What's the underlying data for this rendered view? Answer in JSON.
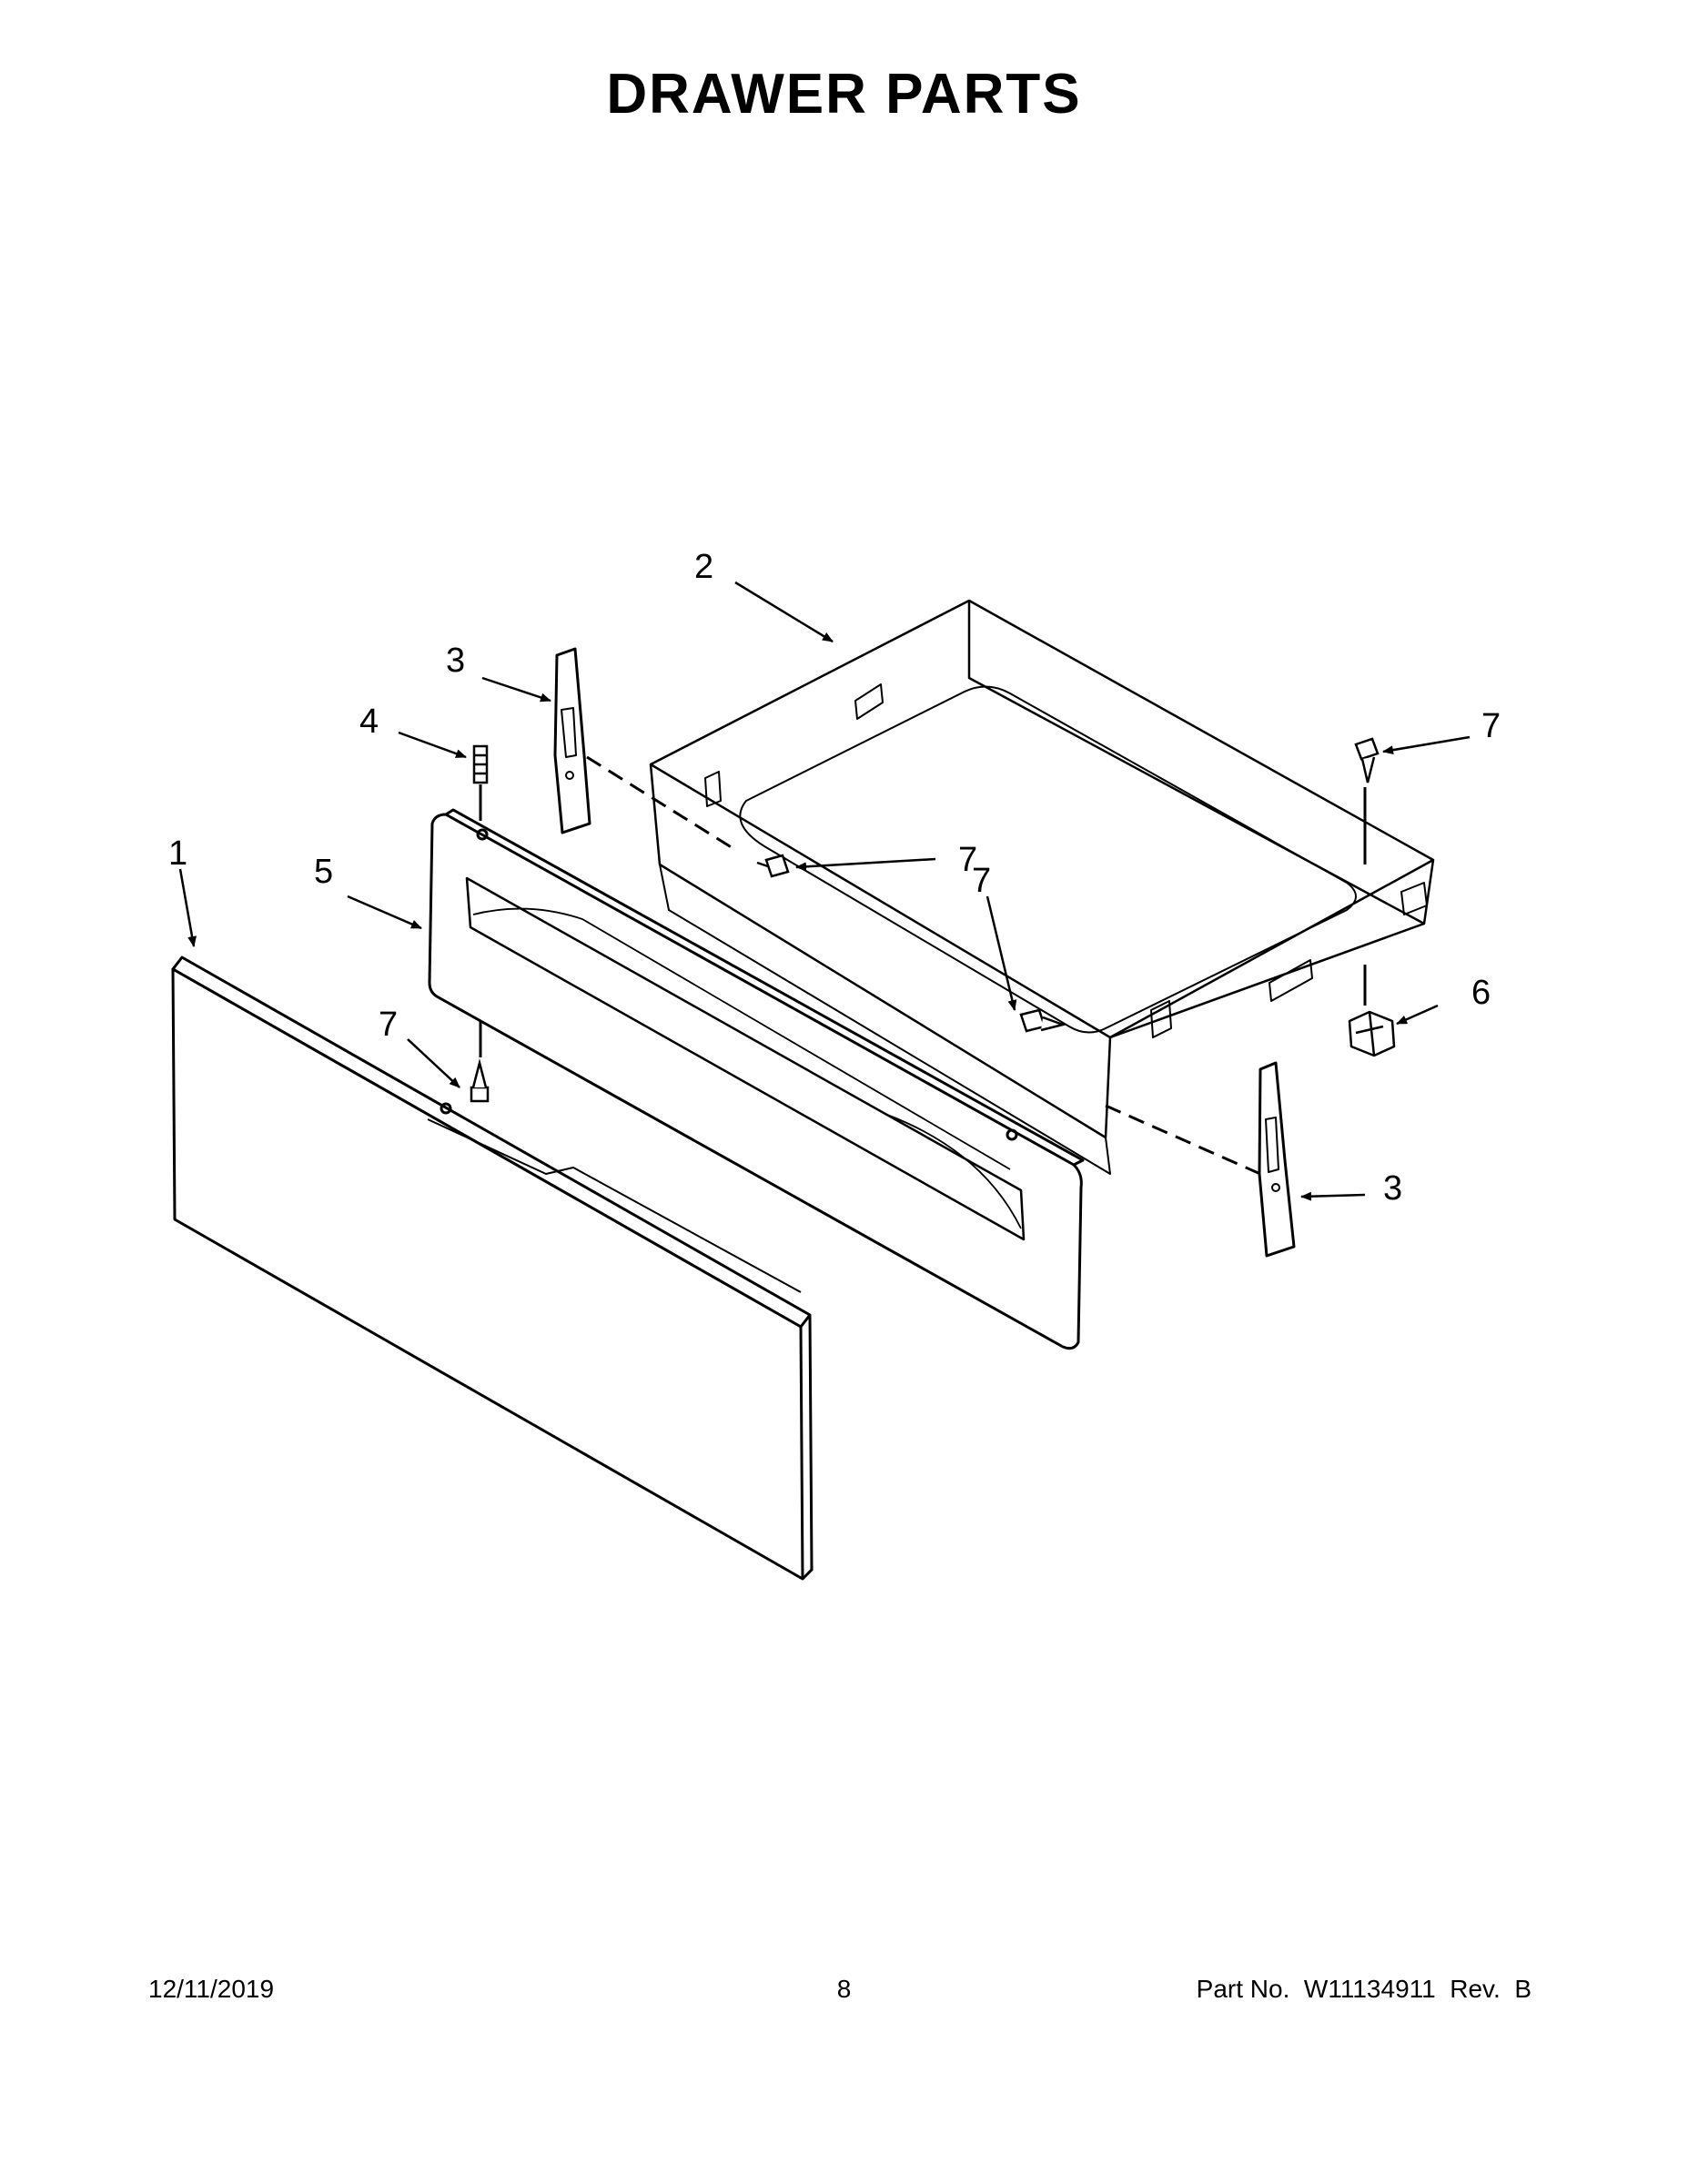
{
  "title": "DRAWER PARTS",
  "callouts": [
    {
      "id": "c1",
      "text": "1"
    },
    {
      "id": "c2",
      "text": "2"
    },
    {
      "id": "c3a",
      "text": "3"
    },
    {
      "id": "c3b",
      "text": "3"
    },
    {
      "id": "c4",
      "text": "4"
    },
    {
      "id": "c5",
      "text": "5"
    },
    {
      "id": "c6",
      "text": "6"
    },
    {
      "id": "c7a",
      "text": "7"
    },
    {
      "id": "c7b",
      "text": "7"
    },
    {
      "id": "c7c",
      "text": "7"
    },
    {
      "id": "c7d",
      "text": "7"
    }
  ],
  "footer": {
    "date": "12/11/2019",
    "page": "8",
    "part": "Part No.  W11134911  Rev.  B"
  }
}
